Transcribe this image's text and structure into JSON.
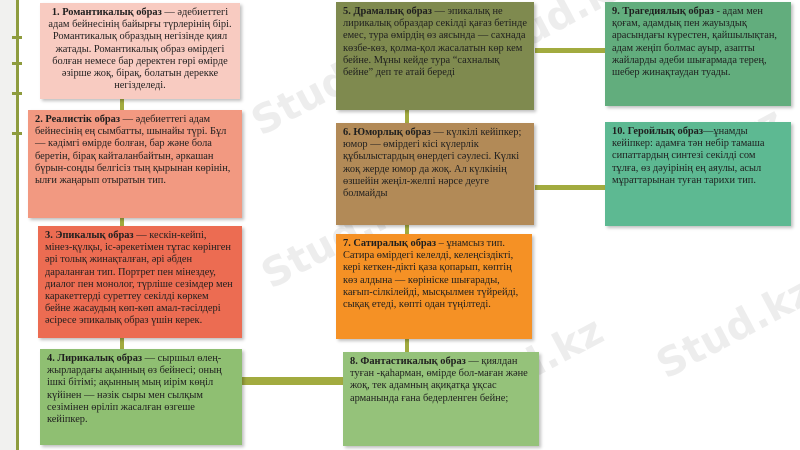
{
  "watermark": "Stud.kz",
  "cards": {
    "c1": {
      "title": "1. Романтикалық образ",
      "text": " — әдебиеттегі адам бейнесінің байырғы түрлерінің бірі. Романтикалық образдың негізінде қиял жатады. Романтикалық образ өмірдегі болған немесе бар деректен гөрі өмірде әзірше жоқ, бірақ, болатын дерекке негізделеді."
    },
    "c2": {
      "title": "2. Реалистік образ",
      "text": " — әдебиеттегі адам бейнесінің ең сымбатты, шынайы түрі. Бұл — кәдімгі өмірде болған, бар және бола беретін, бірақ кайталанбайтын, әркашан бүрын-соңды белгісіз тың қырынан көрінін, ылғи жаңарып отыратын тип."
    },
    "c3": {
      "title": "3. Эпикалық образ",
      "text": " — кескін-кейпі, мінез-қүлқы, іс-әрекетімен тұтас көрінген әрі толық жинақталған, әрі әбден дараланған тип. Портрет пен мінездеу, диалог пен монолог, түрліше сезімдер мен каракеттерді суреттеу секілді көркем бейне жасаудың көп-көп амал-тәсілдері әсіресе эпикалық образ үшін керек."
    },
    "c4": {
      "title": "4. Лирикалық образ",
      "text": " — сыршыл өлең-жырлардағы ақынның өз бейнесі; оның ішкі бітімі; ақынның мың иірім көңіл күйінен — нәзік сыры мен сылқым сезімінен өріліп жасалған өзгеше кейіпкер."
    },
    "c5": {
      "title": "5. Драмалық образ",
      "text": " — эпикалық не лирикалық образдар секілді қағаз бетінде емес, тура өмірдің өз аясында — сахнада көзбе-көз, қолма-қол жасалатын көр кем бейне. Мұны кейде тура “сахналық бейне”  деп те атай береді"
    },
    "c6": {
      "title": "6. Юморлық образ",
      "text": " — күлкілі кейіпкер; юмор — өмірдегі кісі күлерлік құбылыстардың өнердегі сәулесі. Күлкі жоқ жерде юмор да жоқ. Ал күлкінің өзшейін жеңіл-желпі нәрсе деуге болмайды"
    },
    "c7": {
      "title": "7. Сатиралық образ",
      "text": " – ұнамсыз тип. Сатира өмірдегі келелді, келеңсіздікті, кері кеткен-дікті қаза қопарып, көптің көз алдына — көрініске шығарады, кағып-сілкілейді, мысқылмен түйрейді, сықақ етеді, көпті одан түңілтеді."
    },
    "c8": {
      "title": "8. Фантастикалық образ",
      "text": " — қиялдан туған -қаһарман, өмірде бол-маған және жоқ, тек адамның ақиқатқа ұқсас арманында ғана бедерленген бейне;"
    },
    "c9": {
      "title": "9. Трагедиялық образ",
      "text": "  - адам мен қоғам, адамдық пен жауыздық арасындағы күрестен, қайшылықтан, адам жеңіп болмас ауыр, азапты жайларды әдеби шығармада терең, шебер жинақтаудан туады."
    },
    "c10": {
      "title": "10. Геройлық образ",
      "text": "—ұнамды кейіпкер: адамға тән небір тамаша сипаттардың синтезі секілді сом тұлға, өз дәуірінің ең аяулы, асыл мұраттарынан туған тарихи тип."
    }
  }
}
